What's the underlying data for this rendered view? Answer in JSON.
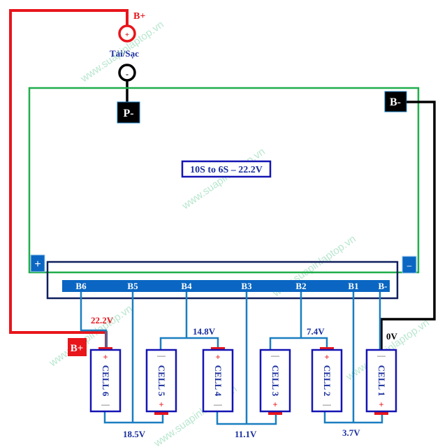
{
  "title_box": {
    "text": "10S to 6S – 22.2V"
  },
  "load_connector": {
    "label": "Tải/Sạc",
    "positive_label": "B+",
    "positive_symbol": "+",
    "negative_symbol": "-"
  },
  "board": {
    "p_minus_label": "P-",
    "b_minus_label": "B-",
    "plus_pad": "+",
    "minus_pad": "–",
    "balance_pins": [
      "B6",
      "B5",
      "B4",
      "B3",
      "B2",
      "B1",
      "B-"
    ]
  },
  "pack_positive_label": "B+",
  "cells": [
    {
      "name": "CELL 6",
      "plus": "+",
      "minus": "—"
    },
    {
      "name": "CELL 5",
      "plus": "+",
      "minus": "—"
    },
    {
      "name": "CELL 4",
      "plus": "+",
      "minus": "—"
    },
    {
      "name": "CELL 3",
      "plus": "+",
      "minus": "—"
    },
    {
      "name": "CELL 2",
      "plus": "+",
      "minus": "—"
    },
    {
      "name": "CELL 1",
      "plus": "+",
      "minus": "—"
    }
  ],
  "voltages": {
    "v22_2": "22.2V",
    "v18_5": "18.5V",
    "v14_8": "14.8V",
    "v11_1": "11.1V",
    "v7_4": "7.4V",
    "v3_7": "3.7V",
    "v0": "0V"
  },
  "watermark": "www.suapinlaptop.vn",
  "colors": {
    "positive_wire": "#e8151b",
    "negative_wire": "#000000",
    "board_outline": "#1fae4a",
    "balance_bar": "#0a66c2",
    "balance_wire": "#1a7ec0",
    "cell_outline": "#1414b4",
    "text_blue": "#1a2f9e"
  }
}
